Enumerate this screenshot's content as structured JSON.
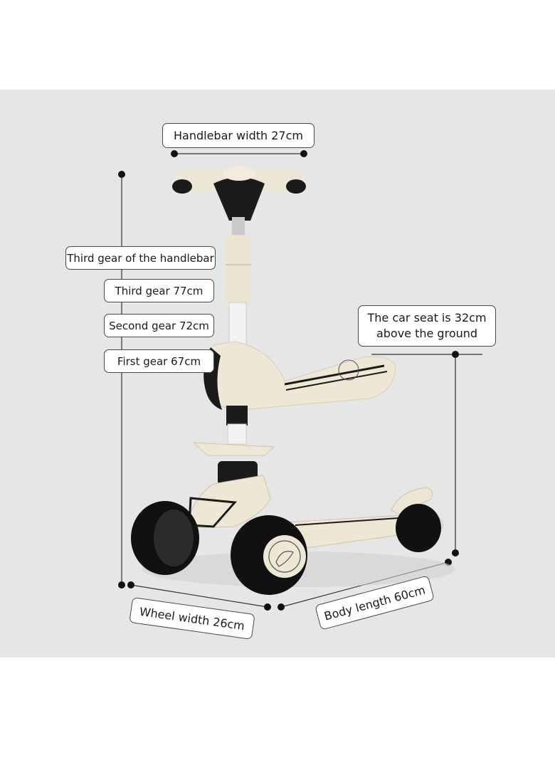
{
  "labels": {
    "handlebar_width": "Handlebar width 27cm",
    "third_gear_handlebar": "Third gear of the handlebar",
    "third_gear": "Third gear 77cm",
    "second_gear": "Second gear 72cm",
    "first_gear": "First gear 67cm",
    "seat_height_line1": "The car seat is 32cm",
    "seat_height_line2": "above the ground",
    "wheel_width": "Wheel width 26cm",
    "body_length": "Body length 60cm"
  },
  "colors": {
    "background_panel": "#e6e6e6",
    "scooter_body": "#efe7d6",
    "scooter_dark": "#1b1b1b",
    "measure_line": "#333333"
  }
}
